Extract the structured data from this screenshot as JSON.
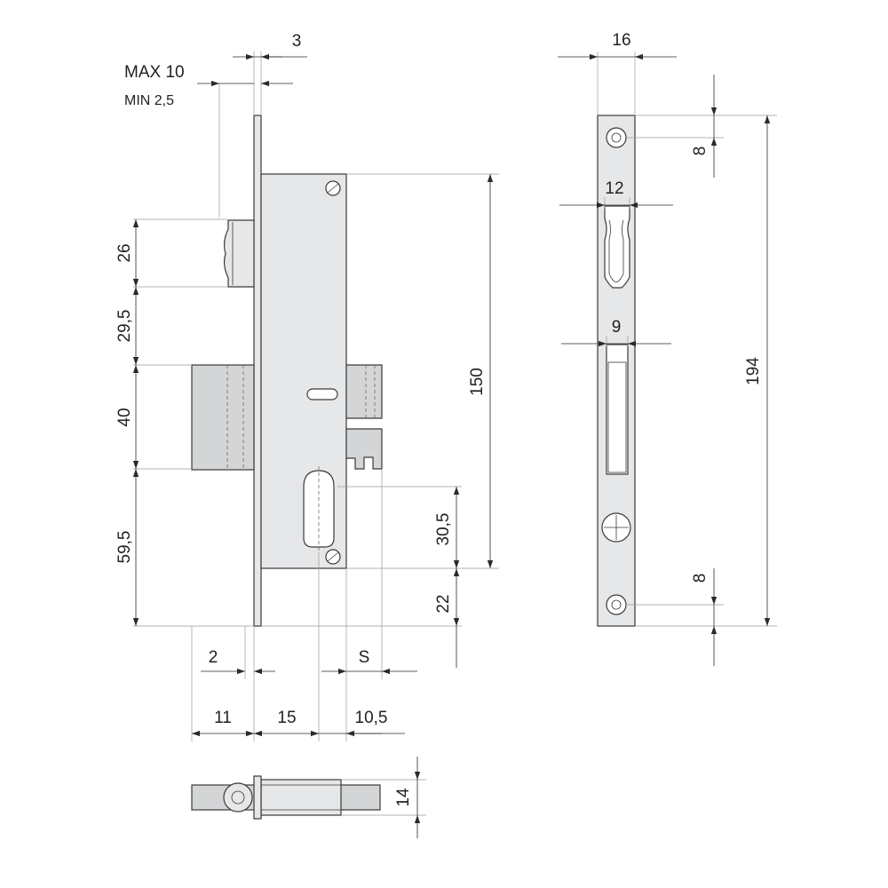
{
  "front_view": {
    "top_dims": {
      "faceplate_thickness": "3",
      "max": "MAX 10",
      "min": "MIN 2,5"
    },
    "left_dims": {
      "latch_height": "26",
      "latch_to_bolt": "29,5",
      "bolt_height": "40",
      "bolt_to_bottom": "59,5"
    },
    "right_dims": {
      "case_height": "150",
      "cylinder_offset": "30,5",
      "bottom_offset": "22"
    },
    "bottom_dims": {
      "plate_gap": "2",
      "bolt_throw": "11",
      "backset": "15",
      "cylinder_to_edge": "10,5",
      "spindle": "S"
    }
  },
  "faceplate_view": {
    "plate_width": "16",
    "latch_opening_width": "12",
    "bolt_opening_width": "9",
    "total_length": "194",
    "top_hole_offset": "8",
    "bottom_hole_offset": "8"
  },
  "bottom_view": {
    "case_thickness": "14"
  }
}
